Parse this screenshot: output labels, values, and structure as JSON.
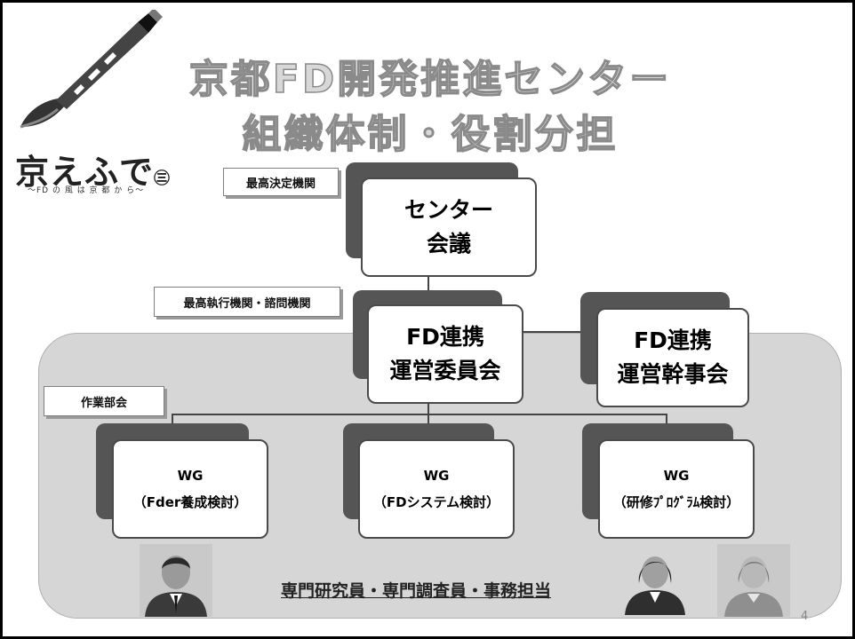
{
  "title": {
    "line1": "京都FD開発推進センター",
    "line2": "組織体制・役割分担"
  },
  "logo": {
    "text": "京えふで",
    "badge": "㊂",
    "subtitle": "～FD の 風 は 京 都 か ら～"
  },
  "labels": {
    "top_decision": "最高決定機関",
    "executive_advisory": "最高執行機関・諮問機関",
    "working_group": "作業部会"
  },
  "boxes": {
    "center_council": {
      "line1": "センター",
      "line2": "会議"
    },
    "steering_committee": {
      "line1": "FD連携",
      "line2": "運営委員会"
    },
    "management_council": {
      "line1": "FD連携",
      "line2": "運営幹事会"
    }
  },
  "wgs": [
    {
      "title": "WG",
      "subtitle": "（Fder養成検討）"
    },
    {
      "title": "WG",
      "subtitle": "（FDシステム検討）"
    },
    {
      "title": "WG",
      "subtitle": "（研修ﾌﾟﾛｸﾞﾗﾑ検討）"
    }
  ],
  "staff": "専門研究員・専門調査員・事務担当",
  "page_number": "4",
  "icons": [
    "brush-pen-icon",
    "man-person-icon",
    "woman-person-icon",
    "woman-person-faded-icon"
  ]
}
